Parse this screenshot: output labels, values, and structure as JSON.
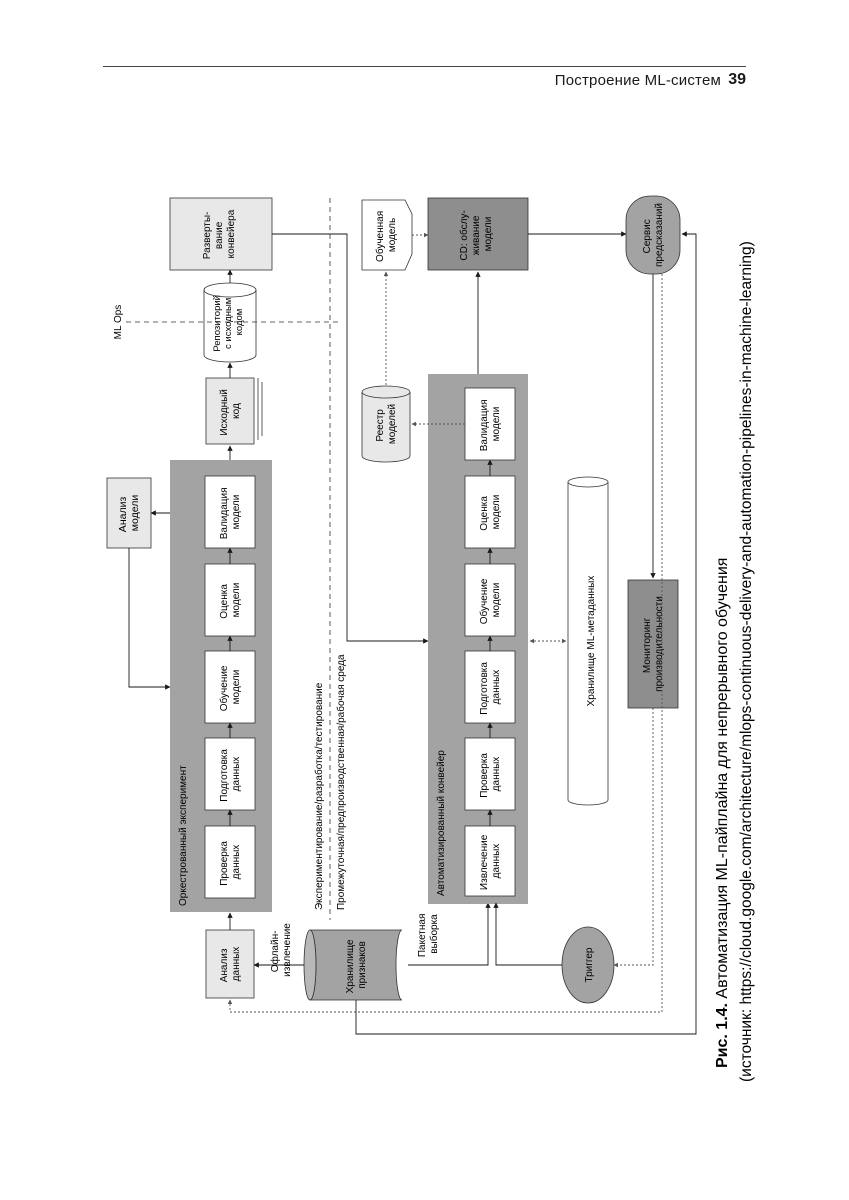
{
  "header": {
    "running_title": "Построение ML-систем",
    "page_number": "39"
  },
  "diagram": {
    "orchestrated_experiment": "Оркестрованный эксперимент",
    "automated_pipeline": "Автоматизированный конвейер",
    "env_experiment": "Экспериментирование/разработка/тестирование",
    "env_production": "Промежуточная/предпроизводственная/рабочая среда",
    "ml_ops": "ML Ops",
    "exp_steps": [
      [
        "Проверка",
        "данных"
      ],
      [
        "Подготовка",
        "данных"
      ],
      [
        "Обучение",
        "модели"
      ],
      [
        "Оценка",
        "модели"
      ],
      [
        "Валидация",
        "модели"
      ]
    ],
    "pipe_steps": [
      [
        "Извлечение",
        "данных"
      ],
      [
        "Проверка",
        "данных"
      ],
      [
        "Подготовка",
        "данных"
      ],
      [
        "Обучение",
        "модели"
      ],
      [
        "Оценка",
        "модели"
      ],
      [
        "Валидация",
        "модели"
      ]
    ],
    "model_analysis": [
      "Анализ",
      "модели"
    ],
    "source_code": [
      "Исходный",
      "код"
    ],
    "source_repo": [
      "Репозиторий",
      "с исходным",
      "кодом"
    ],
    "pipeline_deploy": [
      "Разверты-",
      "вание",
      "конвейера"
    ],
    "trained_model": [
      "Обученная",
      "модель"
    ],
    "cd_serving": [
      "CD: обслу-",
      "живание",
      "модели"
    ],
    "prediction_service": [
      "Сервис",
      "предсказаний"
    ],
    "model_registry": [
      "Реестр",
      "моделей"
    ],
    "metadata_store": "Хранилище ML-метаданных",
    "perf_monitoring": [
      "Мониторинг",
      "производительности"
    ],
    "data_analysis": [
      "Анализ",
      "данных"
    ],
    "feature_store": [
      "Хранилище",
      "признаков"
    ],
    "offline_extraction": [
      "Офлайн-",
      "извлечение"
    ],
    "batch_sampling": [
      "Пакетная",
      "выборка"
    ],
    "trigger": "Триггер"
  },
  "caption": {
    "label": "Рис. 1.4.",
    "title": " Автоматизация ML-пайплайна для непрерывного обучения",
    "source": "(источник: https://cloud.google.com/architecture/mlops-continuous-delivery-and-automation-pipelines-in-machine-learning)"
  },
  "colors": {
    "container": "#a3a3a3",
    "light_box": "#e8e8e8",
    "dark_box": "#8e8e8e",
    "text": "#1a1a1a"
  }
}
